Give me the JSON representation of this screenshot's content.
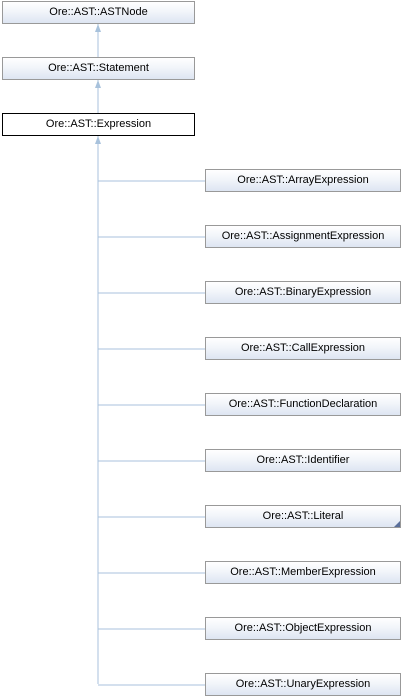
{
  "diagram": {
    "ancestors": [
      "Ore::AST::ASTNode",
      "Ore::AST::Statement"
    ],
    "current": "Ore::AST::Expression",
    "derived": [
      {
        "label": "Ore::AST::ArrayExpression"
      },
      {
        "label": "Ore::AST::AssignmentExpression"
      },
      {
        "label": "Ore::AST::BinaryExpression"
      },
      {
        "label": "Ore::AST::CallExpression"
      },
      {
        "label": "Ore::AST::FunctionDeclaration"
      },
      {
        "label": "Ore::AST::Identifier"
      },
      {
        "label": "Ore::AST::Literal",
        "has_more": true
      },
      {
        "label": "Ore::AST::MemberExpression"
      },
      {
        "label": "Ore::AST::ObjectExpression"
      },
      {
        "label": "Ore::AST::UnaryExpression"
      }
    ],
    "colors": {
      "edge": "#a8c2dc",
      "border": "#999999",
      "current_border": "#000000",
      "corner": "#5a6f9a"
    }
  }
}
